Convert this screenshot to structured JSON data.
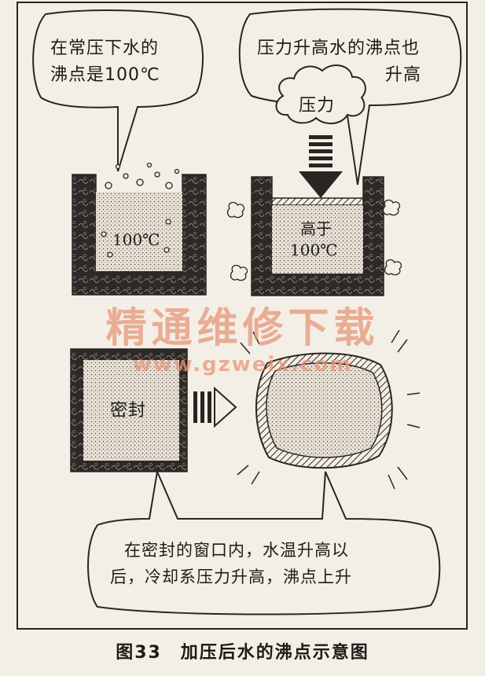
{
  "bubbles": {
    "normal_pressure": {
      "line1": "在常压下水的",
      "line2": "沸点是100℃"
    },
    "higher_pressure": {
      "line1": "压力升高水的沸点也",
      "line2": "升高"
    },
    "sealed_window": {
      "line1": "在密封的窗口内，水温升高以",
      "line2": "后，冷却系压力升高，沸点上升"
    }
  },
  "cloud_label": "压力",
  "containers": {
    "open": {
      "label": "100℃"
    },
    "pressurized": {
      "label_line1": "高于",
      "label_line2": "100℃"
    },
    "sealed": {
      "label": "密封"
    }
  },
  "watermark": {
    "text": "精通维修下载",
    "url": "www.gzweix.com"
  },
  "caption": "图33　加压后水的沸点示意图"
}
